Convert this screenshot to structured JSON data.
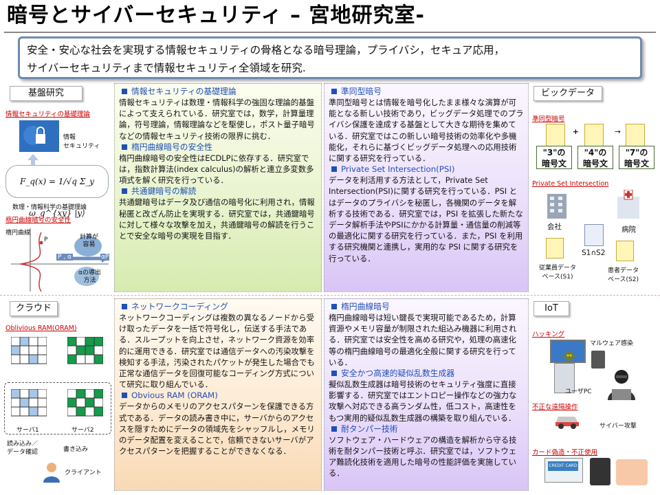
{
  "title": "暗号とサイバーセキュリティ – 宮地研究室-",
  "summary": {
    "line1": "安全・安心な社会を実現する情報セキュリティの骨格となる暗号理論，プライバシ，セキュア応用，",
    "line2": "サイバーセキュリティまで情報セキュリティ全領域を研究."
  },
  "sections": {
    "kiban": "基盤研究",
    "bigdata": "ビックデータ",
    "cloud": "クラウド",
    "iot": "IoT"
  },
  "kiban_fig": {
    "caption1": "情報セキュリティの基礎理論",
    "info_sec": "情報\nセキュリティ",
    "formula": "F_q(x) = 1/√q Σ_y ω_q^{xy} |y⟩",
    "math_label": "数理・情報科学の基礎理論",
    "caption2": "楕円曲線暗号の安全性",
    "curve_label": "楕円曲線",
    "p_label": "P",
    "ap_left": "P , α",
    "ap_right": "αP",
    "easy": "計算が\n容易",
    "alpha_method": "αの導出\n方法"
  },
  "panel_a": {
    "h1": "情報セキュリティの基礎理論",
    "p1": "情報セキュリティは数理・情報科学の強固な理論的基盤によって支えられている．研究室では，数学，計算量理論，符号理論，情報理論などを駆使し，ポスト量子暗号などの情報セキュリティ技術の限界に挑む．",
    "h2": "楕円曲線暗号の安全性",
    "p2": "楕円曲線暗号の安全性はECDLPに依存する．研究室では，指数計算法(index calculus)の解析と連立多変数多項式を解く研究を行っている．",
    "h3": "共通鍵暗号の解読",
    "p3": "共通鍵暗号はデータ及び通信の暗号化に利用され，情報秘匿と改ざん防止を実現する．研究室では，共通鍵暗号に対して様々な攻撃を加え，共通鍵暗号の解読を行うことで安全な暗号の実現を目指す．"
  },
  "panel_b": {
    "h1": "準同型暗号",
    "p1": "準同型暗号とは情報を暗号化したまま様々な演算が可能となる新しい技術であり，ビッグデータ処理でのプライバシ保護を達成する基盤として大きな期待を集めている．研究室ではこの新しい暗号技術の効率化や多機能化，それらに基づくビッグデータ処理への応用技術に関する研究を行っている．",
    "h2": "Private Set Intersection(PSI)",
    "p2": "データを利活用する方法として，Private Set Intersection(PSI)に関する研究を行っている．PSI とはデータのプライバシを秘匿し，各機関のデータを解析する技術である．研究室では，PSI を拡張した新たなデータ解析手法やPSIにかかる計算量・通信量の削減等の最適化に関する研究を行っている．また，PSI を利用する研究機関と連携し，実用的な PSI に関する研究を行っている．"
  },
  "bigdata_fig": {
    "caption1": "準同型暗号",
    "plus": "+",
    "arrow": "→",
    "c1": "\"3\"の\n暗号文",
    "c2": "\"4\"の\n暗号文",
    "c3": "\"7\"の\n暗号文",
    "caption2": "Private Set Intersection",
    "company": "会社",
    "hospital": "病院",
    "s1ns2": "S1∩S2",
    "db1": "従業員データ\nベース(S1)",
    "db2": "患者データ\nベース(S2)"
  },
  "cloud_fig": {
    "caption": "Oblivious RAM(ORAM)",
    "server1": "サーバ1",
    "server2": "サーバ2",
    "rw": "読み込み／\nデータ確認",
    "write": "書き込み",
    "client": "クライアント"
  },
  "panel_c": {
    "h1": "ネットワークコーディング",
    "p1": "ネットワークコーディングは複数の異なるノードから受け取ったデータを一括で符号化し，伝送する手法である．スループットを向上させ，ネットワーク資源を効率的に運用できる．研究室では通信データへの汚染攻撃を検知する手法，汚染されたパケットが発生した場合でも正常な通信データを回復可能なコーディング方式について研究に取り組んでいる．",
    "h2": "Obvious RAM (ORAM)",
    "p2": "データからのメモリのアクセスパターンを保護できる方式である．データの読み書き中に，サーバからのアクセスを隠すためにデータの領域先をシャッフルし，メモリのデータ配置を変えることで，信頼できないサーバがアクセスパターンを把握することができなくなる．"
  },
  "panel_d": {
    "h1": "楕円曲線暗号",
    "p1": "楕円曲線暗号は短い鍵長で実現可能であるため，計算資源やメモリ容量が制限された組込み機器に利用される．研究室では安全性を高める研究や，処理の高速化等の楕円曲線暗号の最適化全般に関する研究を行っている．",
    "h2": "安全かつ高速的疑似乱数生成器",
    "p2": "擬似乱数生成器は暗号技術のセキュリティ強度に直接影響する．研究室ではエントロピー操作などの強力な攻撃へ対応できる高ランダム性，低コスト，高速性をもつ実用的疑似乱数生成器の構築を取り組んでいる．",
    "h3": "耐タンパー技術",
    "p3": "ソフトウェア・ハードウェアの構造を解析から守る技術を耐タンパー技術と呼ぶ．研究室では，ソフトウェア難読化技術を適用した暗号の性能評価を実施している．"
  },
  "iot_fig": {
    "caption1": "ハッキング",
    "malware": "マルウェア感染",
    "userpc": "ユーザPC",
    "caption2": "不正な遠隔操作",
    "cyber": "サイバー攻撃",
    "caption3": "カード偽造・不正使用",
    "card_text": "CREDIT CARD"
  },
  "colors": {
    "heading": "#1f4fb8",
    "red": "#cc0000",
    "border": "#6e8ab0"
  }
}
